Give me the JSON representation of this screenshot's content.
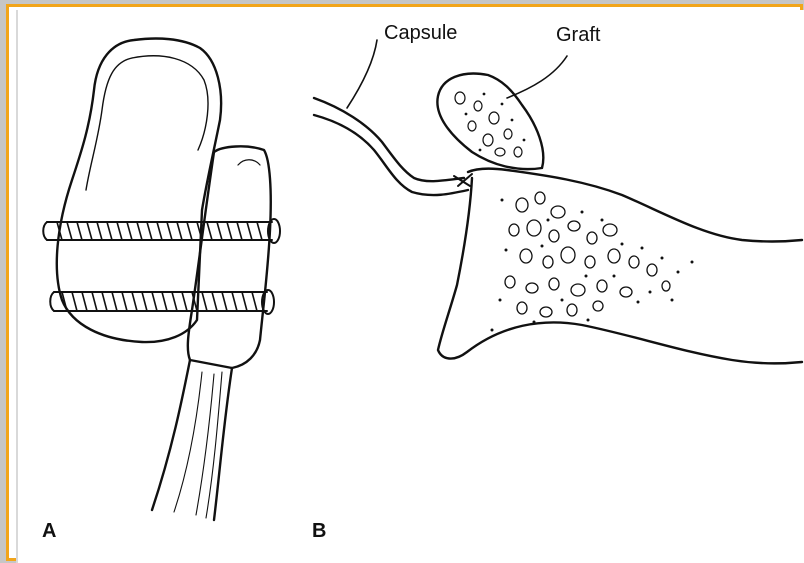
{
  "figure": {
    "labels": {
      "capsule": "Capsule",
      "graft": "Graft",
      "panel_a": "A",
      "panel_b": "B"
    },
    "colors": {
      "frame": "#f2a51a",
      "ink": "#111111",
      "background": "#ffffff"
    }
  }
}
